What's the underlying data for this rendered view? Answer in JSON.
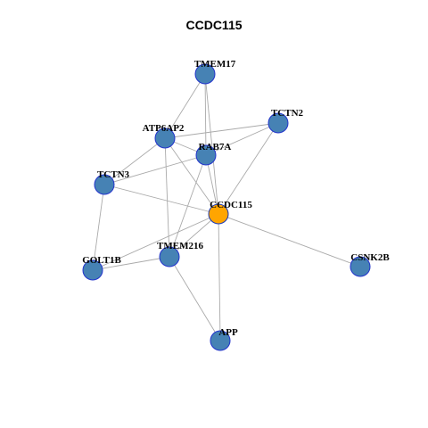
{
  "title": "CCDC115",
  "colors": {
    "node_fill": "#4682B4",
    "node_stroke": "#2233CC",
    "center_fill": "#FFA500",
    "center_stroke": "#1a3ab8",
    "edge": "#AAAAAA"
  },
  "nodes": [
    {
      "id": "TMEM17",
      "label": "TMEM17"
    },
    {
      "id": "TCTN2",
      "label": "TCTN2"
    },
    {
      "id": "ATP6AP2",
      "label": "ATP6AP2"
    },
    {
      "id": "RAB7A",
      "label": "RAB7A"
    },
    {
      "id": "TCTN3",
      "label": "TCTN3"
    },
    {
      "id": "CCDC115",
      "label": "CCDC115",
      "center": true
    },
    {
      "id": "TMEM216",
      "label": "TMEM216"
    },
    {
      "id": "GOLT1B",
      "label": "GOLT1B"
    },
    {
      "id": "CSNK2B",
      "label": "CSNK2B"
    },
    {
      "id": "APP",
      "label": "APP"
    }
  ],
  "edges": [
    [
      "TMEM17",
      "ATP6AP2"
    ],
    [
      "TMEM17",
      "RAB7A"
    ],
    [
      "TMEM17",
      "CCDC115"
    ],
    [
      "ATP6AP2",
      "TCTN2"
    ],
    [
      "RAB7A",
      "TCTN2"
    ],
    [
      "CCDC115",
      "TCTN2"
    ],
    [
      "ATP6AP2",
      "TCTN3"
    ],
    [
      "ATP6AP2",
      "RAB7A"
    ],
    [
      "ATP6AP2",
      "CCDC115"
    ],
    [
      "ATP6AP2",
      "TMEM216"
    ],
    [
      "RAB7A",
      "TCTN3"
    ],
    [
      "RAB7A",
      "CCDC115"
    ],
    [
      "RAB7A",
      "TMEM216"
    ],
    [
      "TCTN3",
      "CCDC115"
    ],
    [
      "TCTN3",
      "GOLT1B"
    ],
    [
      "CCDC115",
      "GOLT1B"
    ],
    [
      "CCDC115",
      "TMEM216"
    ],
    [
      "CCDC115",
      "CSNK2B"
    ],
    [
      "CCDC115",
      "APP"
    ],
    [
      "TMEM216",
      "GOLT1B"
    ],
    [
      "TMEM216",
      "APP"
    ]
  ]
}
